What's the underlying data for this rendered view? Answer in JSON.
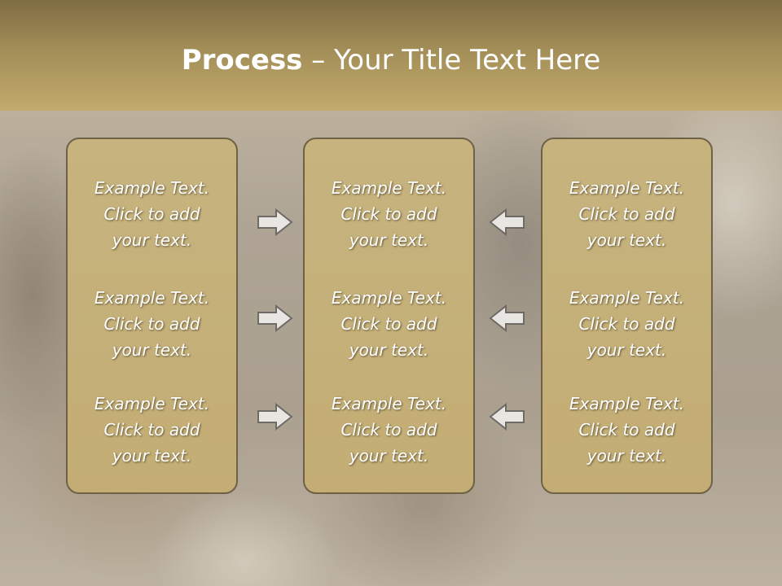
{
  "slide": {
    "title_bold": "Process",
    "title_rest": " – Your Title Text Here"
  },
  "columns": [
    {
      "items": [
        {
          "line1": "Example Text.",
          "line2": "Click  to add",
          "line3": "your text."
        },
        {
          "line1": "Example Text.",
          "line2": "Click  to add",
          "line3": "your text."
        },
        {
          "line1": "Example Text.",
          "line2": "Click  to add",
          "line3": "your text."
        }
      ]
    },
    {
      "items": [
        {
          "line1": "Example Text.",
          "line2": "Click  to add",
          "line3": "your text."
        },
        {
          "line1": "Example Text.",
          "line2": "Click  to add",
          "line3": "your text."
        },
        {
          "line1": "Example Text.",
          "line2": "Click  to add",
          "line3": "your text."
        }
      ]
    },
    {
      "items": [
        {
          "line1": "Example Text.",
          "line2": "Click  to add",
          "line3": "your text."
        },
        {
          "line1": "Example Text.",
          "line2": "Click  to add",
          "line3": "your text."
        },
        {
          "line1": "Example Text.",
          "line2": "Click  to add",
          "line3": "your text."
        }
      ]
    }
  ],
  "arrows": {
    "left_group": "arrow-right-icon",
    "right_group": "arrow-left-icon"
  },
  "colors": {
    "title_bar": "#a38e58",
    "box_fill": "#c5b17b",
    "box_border": "#6e6145",
    "arrow_fill": "#e8e6e2",
    "arrow_stroke": "#6f6a63"
  }
}
